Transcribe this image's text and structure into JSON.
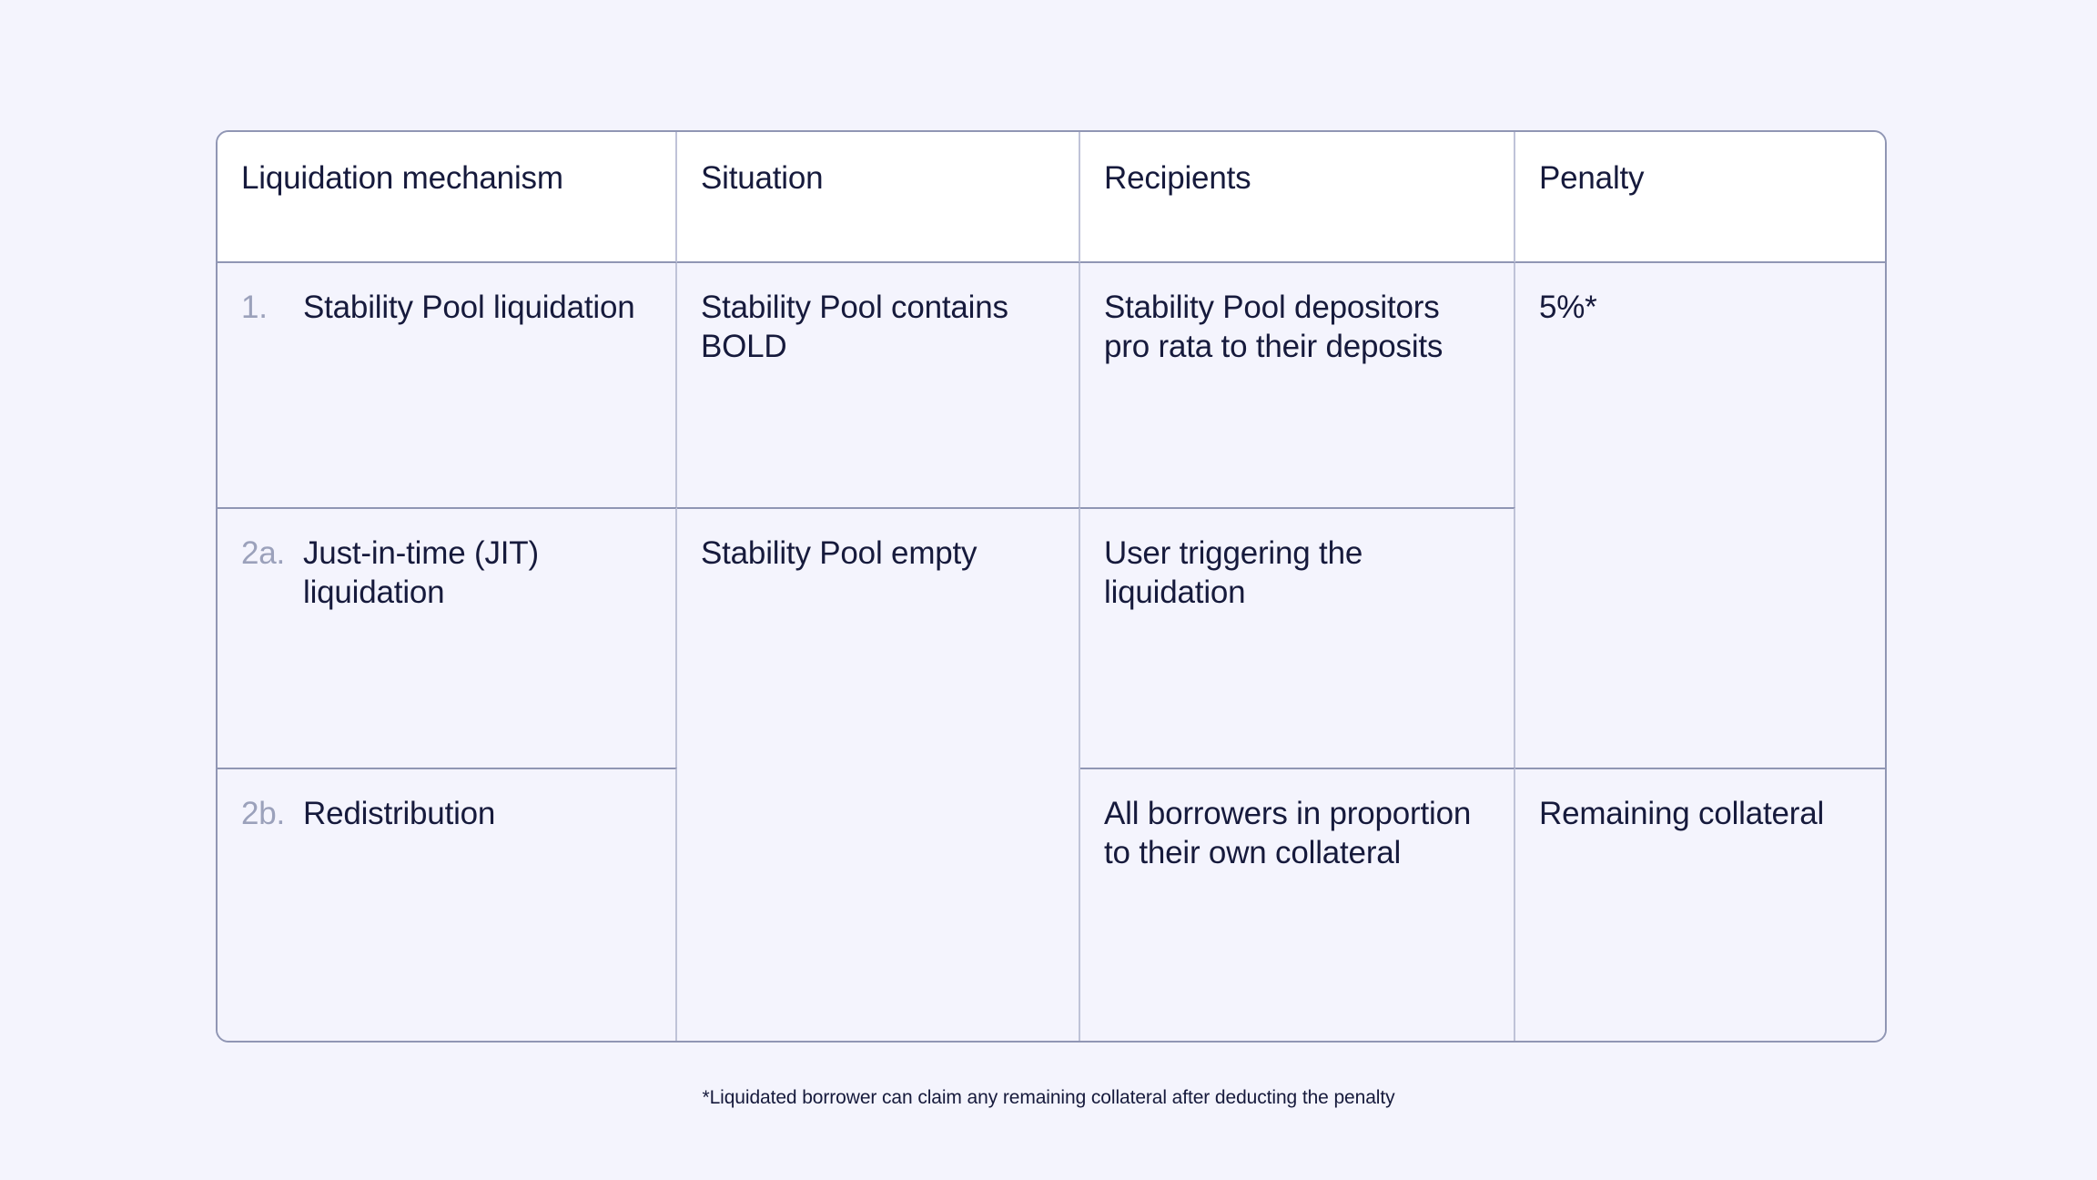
{
  "theme": {
    "page_background": "#f4f4fd",
    "header_background": "#ffffff",
    "cell_background": "#f4f4fd",
    "text_color": "#161a3c",
    "muted_number_color": "#9ba1bb",
    "outer_border_color": "#9096b4",
    "inner_border_color": "#bfc3d8"
  },
  "table": {
    "headers": [
      "Liquidation mechanism",
      "Situation",
      "Recipients",
      "Penalty"
    ],
    "rows": [
      {
        "number": "1.",
        "mechanism": "Stability Pool liquidation",
        "situation": "Stability Pool contains BOLD",
        "recipients": "Stability Pool depositors pro rata to their deposits",
        "penalty": "5%*"
      },
      {
        "number": "2a.",
        "mechanism": "Just-in-time (JIT) liquidation",
        "situation": "Stability Pool empty",
        "recipients": "User triggering the liquidation",
        "penalty": ""
      },
      {
        "number": "2b.",
        "mechanism": "Redistribution",
        "situation": "",
        "recipients": "All borrowers in proportion to their own collateral",
        "penalty": "Remaining collateral"
      }
    ]
  },
  "footnote": "*Liquidated borrower can claim any remaining collateral after deducting the penalty"
}
